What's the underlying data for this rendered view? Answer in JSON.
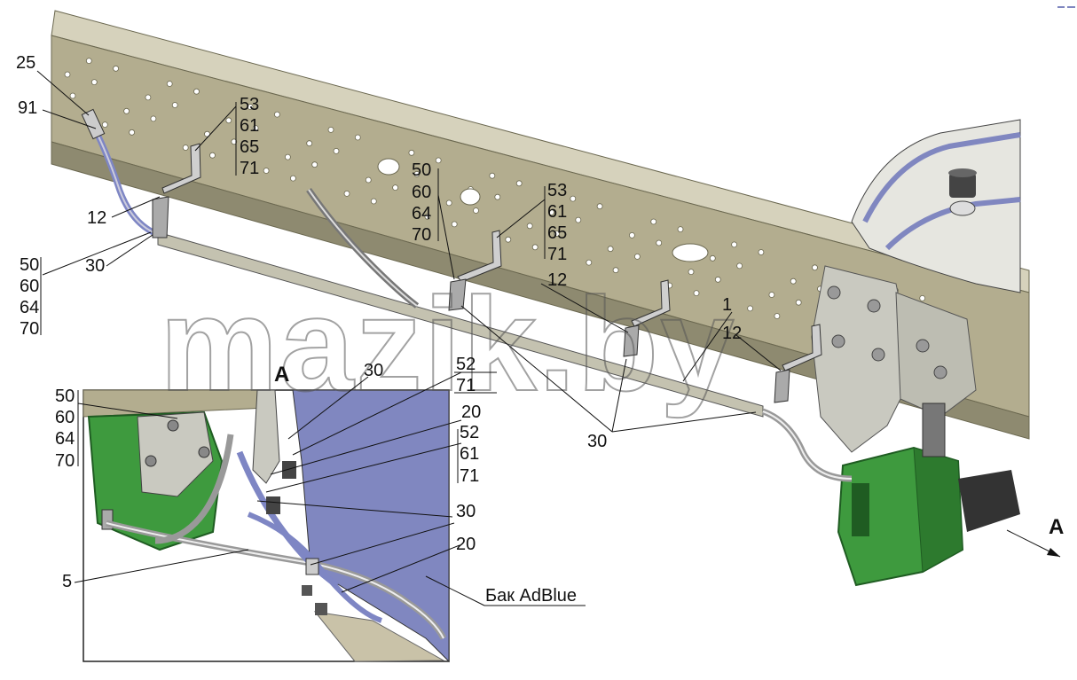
{
  "diagram": {
    "watermark": "mazik.by",
    "view_label": "A",
    "tank_label": "Бак AdBlue",
    "callouts": {
      "c25": "25",
      "c91": "91",
      "c12_left": "12",
      "c30_left": "30",
      "stack_left": [
        "50",
        "60",
        "64",
        "70"
      ],
      "stack_53_top": [
        "53",
        "61",
        "65",
        "71"
      ],
      "stack_50_mid": [
        "50",
        "60",
        "64",
        "70"
      ],
      "stack_53_mid": [
        "53",
        "61",
        "65",
        "71"
      ],
      "c12_mid": "12",
      "c1": "1",
      "c12_right": "12",
      "c30_bottom": "30",
      "c30_inset_top": "30",
      "stack_52_top": [
        "52",
        "71"
      ],
      "c20_top": "20",
      "stack_52_mid": [
        "52",
        "61",
        "71"
      ],
      "stack_inset": [
        "50",
        "60",
        "64",
        "70"
      ],
      "c30_inset_right": "30",
      "c20_bottom": "20",
      "c5": "5"
    }
  },
  "colors": {
    "frame": "#b3ad8f",
    "frame_dark": "#8e8a70",
    "frame_edge": "#6b6850",
    "green": "#3e9a3e",
    "green_dark": "#1f5c22",
    "tank_blue": "#8087c0",
    "pipe": "#9ea6d4",
    "grey_part": "#c9c9c0"
  }
}
